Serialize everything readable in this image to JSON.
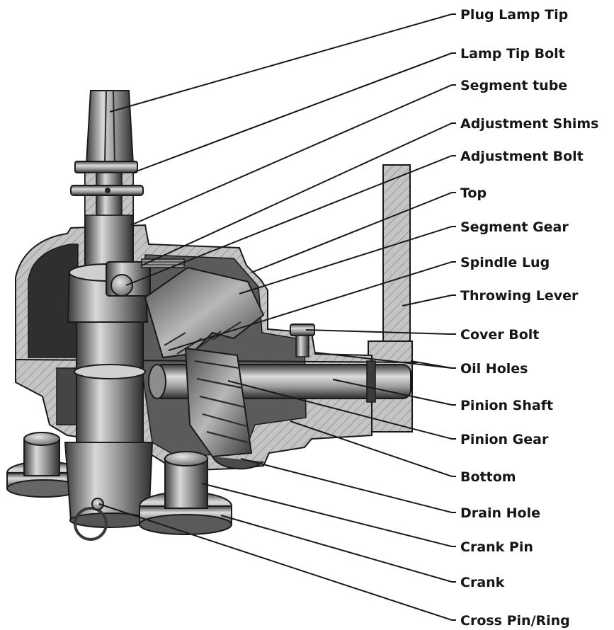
{
  "labels": [
    {
      "id": "plug-lamp-tip",
      "text": "Plug Lamp Tip"
    },
    {
      "id": "lamp-tip-bolt",
      "text": "Lamp Tip Bolt"
    },
    {
      "id": "segment-tube",
      "text": "Segment tube"
    },
    {
      "id": "adjustment-shims",
      "text": "Adjustment Shims"
    },
    {
      "id": "adjustment-bolt",
      "text": "Adjustment Bolt"
    },
    {
      "id": "top",
      "text": "Top"
    },
    {
      "id": "segment-gear",
      "text": "Segment Gear"
    },
    {
      "id": "spindle-lug",
      "text": "Spindle Lug"
    },
    {
      "id": "throwing-lever",
      "text": "Throwing Lever"
    },
    {
      "id": "cover-bolt",
      "text": "Cover Bolt"
    },
    {
      "id": "oil-holes",
      "text": "Oil Holes"
    },
    {
      "id": "pinion-shaft",
      "text": "Pinion Shaft"
    },
    {
      "id": "pinion-gear",
      "text": "Pinion Gear"
    },
    {
      "id": "bottom",
      "text": "Bottom"
    },
    {
      "id": "drain-hole",
      "text": "Drain Hole"
    },
    {
      "id": "crank-pin",
      "text": "Crank Pin"
    },
    {
      "id": "crank",
      "text": "Crank"
    },
    {
      "id": "cross-pin-ring",
      "text": "Cross Pin/Ring"
    }
  ],
  "colors": {
    "line": "#1a1a1a",
    "metal_dark": "#3a3a3a",
    "metal_mid": "#8c8c8c",
    "metal_light": "#d8d8d8",
    "casing": "#bdbdbd",
    "hatch": "#7a7a7a"
  }
}
